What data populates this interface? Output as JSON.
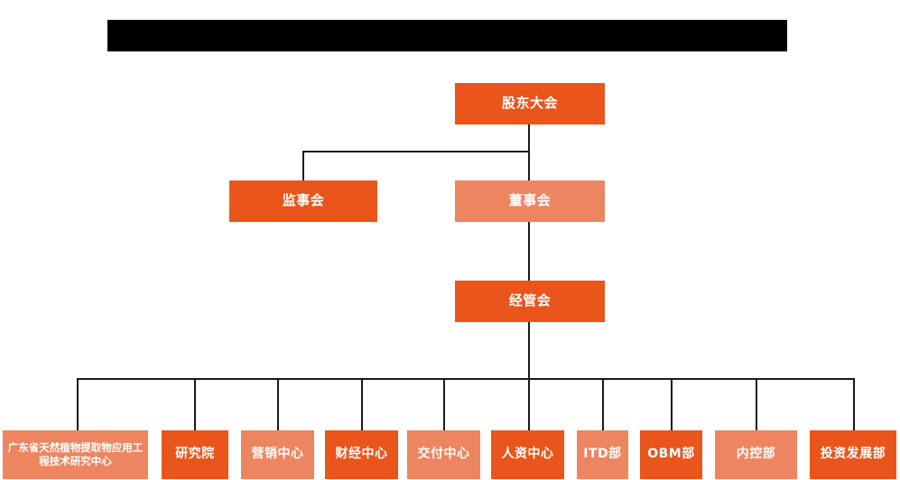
{
  "diagram": {
    "type": "org-chart",
    "title_bar": {
      "label": "",
      "note": "redacted black bar",
      "color": "#000000"
    },
    "colors": {
      "background": "#ffffff",
      "accent_dark": "#E9551B",
      "accent_light": "#ED8560",
      "connector": "#1a1a1a",
      "node_text": "#ffffff"
    },
    "levels": {
      "level1": [
        {
          "id": "shareholders-meeting",
          "label": "股东大会",
          "tone": "dark"
        }
      ],
      "level2": [
        {
          "id": "board-of-supervisors",
          "label": "监事会",
          "tone": "dark"
        },
        {
          "id": "board-of-directors",
          "label": "董事会",
          "tone": "light"
        }
      ],
      "level3": [
        {
          "id": "management-committee",
          "label": "经管会",
          "tone": "dark"
        }
      ],
      "departments": [
        {
          "id": "gd-plant-extract-center",
          "label": "广东省天然植物提取物应用工程技术研究中心",
          "tone": "light",
          "multiline": true
        },
        {
          "id": "research-institute",
          "label": "研究院",
          "tone": "dark"
        },
        {
          "id": "marketing-center",
          "label": "营销中心",
          "tone": "light"
        },
        {
          "id": "finance-center",
          "label": "财经中心",
          "tone": "dark"
        },
        {
          "id": "delivery-center",
          "label": "交付中心",
          "tone": "light"
        },
        {
          "id": "hr-center",
          "label": "人资中心",
          "tone": "dark"
        },
        {
          "id": "itd-department",
          "label": "ITD部",
          "tone": "light"
        },
        {
          "id": "obm-department",
          "label": "OBM部",
          "tone": "dark"
        },
        {
          "id": "internal-control-department",
          "label": "内控部",
          "tone": "light"
        },
        {
          "id": "investment-development-department",
          "label": "投资发展部",
          "tone": "dark"
        }
      ]
    }
  }
}
